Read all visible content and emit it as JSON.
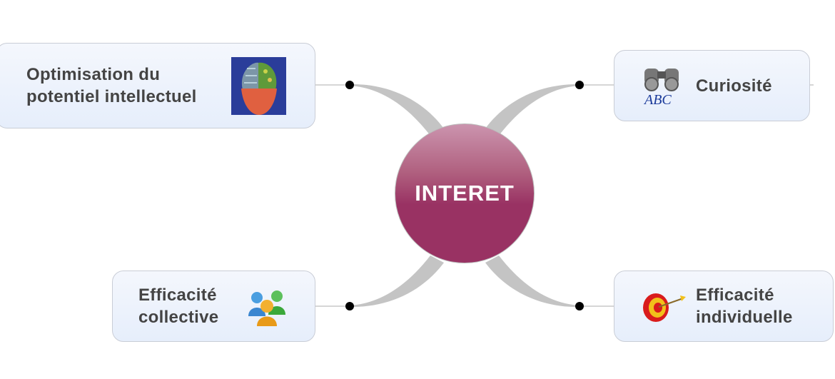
{
  "center": {
    "label": "INTERET",
    "color": "#993263"
  },
  "topics": [
    {
      "label_line1": "Optimisation du",
      "label_line2": "potentiel intellectuel",
      "icon": "brain-image"
    },
    {
      "label_line1": "Curiosité",
      "icon": "binoculars-abc-icon"
    },
    {
      "label_line1": "Efficacité",
      "label_line2": "collective",
      "icon": "people-group-icon"
    },
    {
      "label_line1": "Efficacité",
      "label_line2": "individuelle",
      "icon": "target-icon"
    }
  ]
}
